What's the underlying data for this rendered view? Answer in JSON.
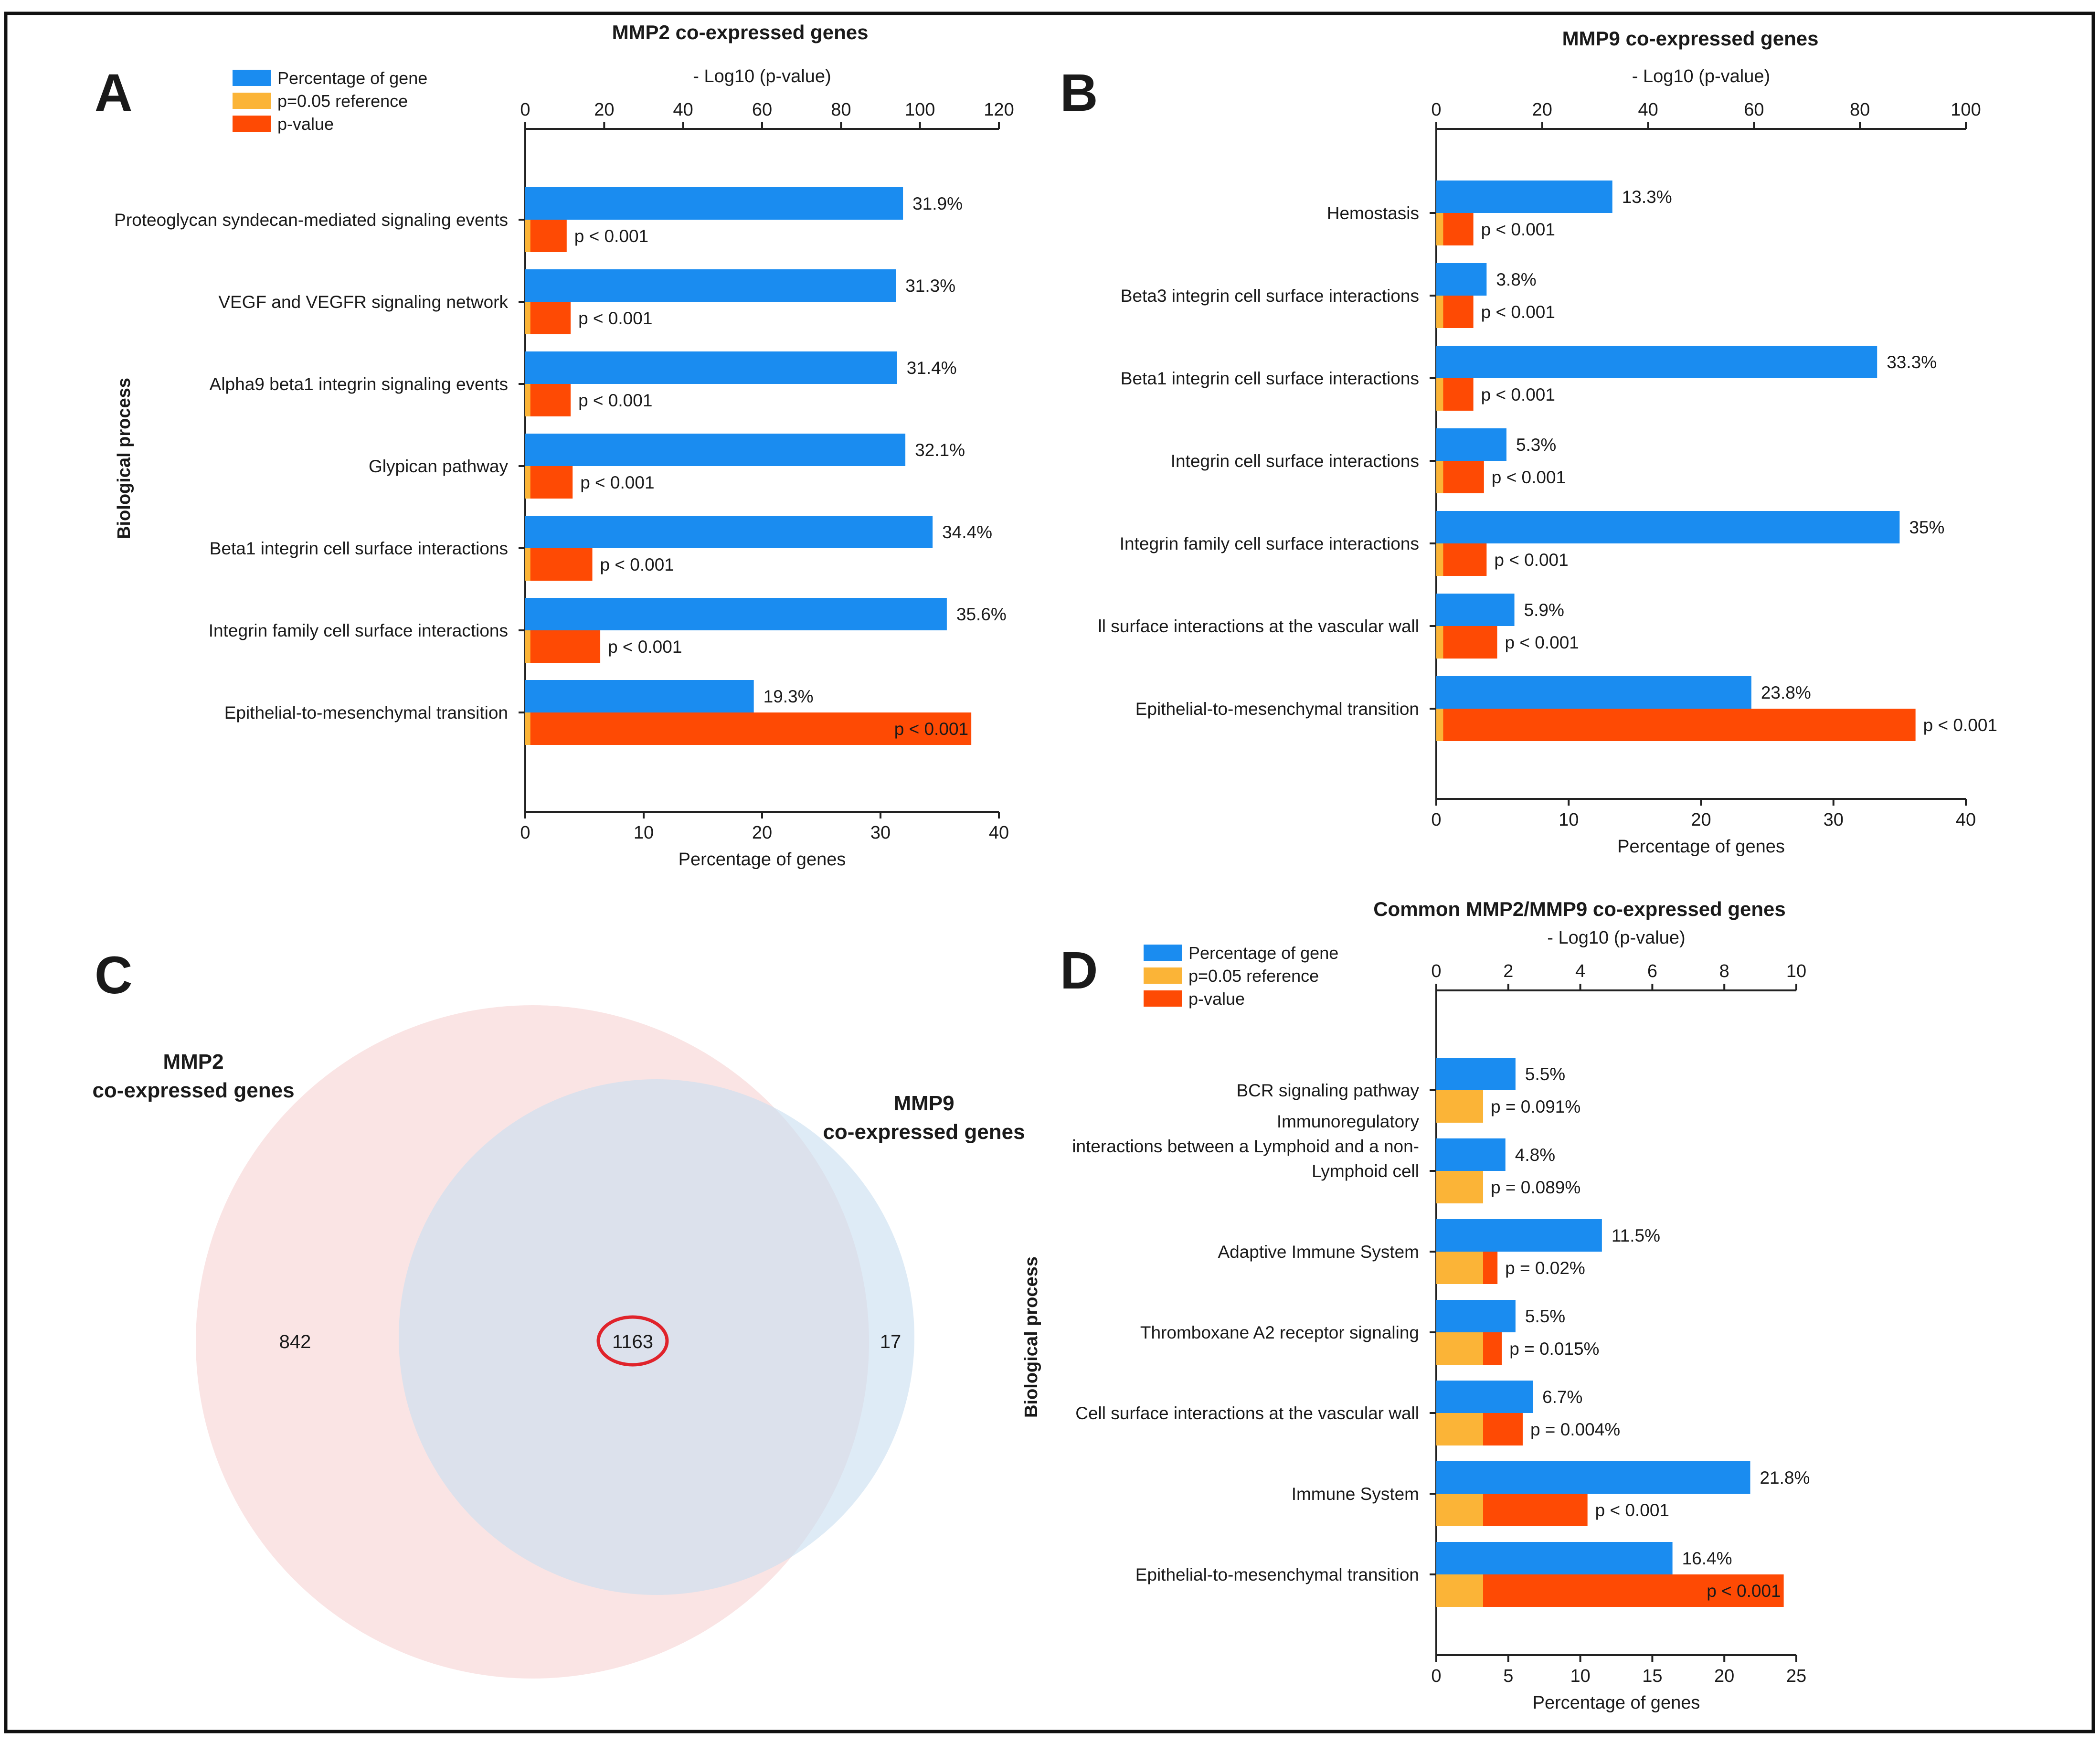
{
  "colors": {
    "percentage": "#1a8cf0",
    "reference": "#fbb437",
    "pvalue": "#fe4a04",
    "venn_left": "#f7d4d4",
    "venn_right": "#c9dff1",
    "highlight": "#e0232b"
  },
  "panels": {
    "A": {
      "letter": "A",
      "title": "MMP2 co-expressed genes",
      "top_axis_label": "- Log10 (p-value)",
      "bottom_axis_label": "Percentage of genes",
      "y_axis_label": "Biological process"
    },
    "B": {
      "letter": "B",
      "title": "MMP9 co-expressed genes",
      "top_axis_label": "- Log10 (p-value)",
      "bottom_axis_label": "Percentage of genes",
      "y_axis_label": ""
    },
    "C": {
      "letter": "C",
      "left_label": [
        "MMP2",
        "co-expressed genes"
      ],
      "right_label": [
        "MMP9",
        "co-expressed genes"
      ],
      "left_only": "842",
      "overlap": "1163",
      "right_only": "17"
    },
    "D": {
      "letter": "D",
      "title": "Common MMP2/MMP9 co-expressed genes",
      "top_axis_label": "- Log10 (p-value)",
      "bottom_axis_label": "Percentage of genes",
      "y_axis_label": "Biological process"
    }
  },
  "legend": [
    "Percentage of gene",
    "p=0.05 reference",
    "p-value"
  ],
  "chart_data": [
    {
      "panel": "A",
      "type": "bar",
      "orientation": "horizontal",
      "categories": [
        "Proteoglycan syndecan-mediated signaling events",
        "VEGF and VEGFR signaling network",
        "Alpha9 beta1 integrin signaling events",
        "Glypican pathway",
        "Beta1 integrin cell surface interactions",
        "Integrin family cell surface interactions",
        "Epithelial-to-mesenchymal transition"
      ],
      "series": [
        {
          "name": "Percentage of gene",
          "axis": "bottom",
          "values": [
            31.9,
            31.3,
            31.4,
            32.1,
            34.4,
            35.6,
            19.3
          ],
          "labels": [
            "31.9%",
            "31.3%",
            "31.4%",
            "32.1%",
            "34.4%",
            "35.6%",
            "19.3%"
          ]
        },
        {
          "name": "p=0.05 reference",
          "axis": "top",
          "values": [
            1.3,
            1.3,
            1.3,
            1.3,
            1.3,
            1.3,
            1.3
          ]
        },
        {
          "name": "p-value",
          "axis": "top",
          "values": [
            10.5,
            11.5,
            11.5,
            12,
            17,
            19,
            113
          ],
          "labels": [
            "p < 0.001",
            "p < 0.001",
            "p < 0.001",
            "p < 0.001",
            "p < 0.001",
            "p < 0.001",
            "p < 0.001"
          ]
        }
      ],
      "xlim_bottom": [
        0,
        40
      ],
      "xticks_bottom": [
        0,
        10,
        20,
        30,
        40
      ],
      "xlim_top": [
        0,
        120
      ],
      "xticks_top": [
        0,
        20,
        40,
        60,
        80,
        100,
        120
      ],
      "legend": "top-left"
    },
    {
      "panel": "B",
      "type": "bar",
      "orientation": "horizontal",
      "categories": [
        "Hemostasis",
        "Beta3 integrin cell surface interactions",
        "Beta1 integrin cell surface interactions",
        "Integrin cell surface interactions",
        "Integrin family cell surface interactions",
        "ll surface interactions at the vascular wall",
        "Epithelial-to-mesenchymal transition"
      ],
      "series": [
        {
          "name": "Percentage of gene",
          "axis": "bottom",
          "values": [
            13.3,
            3.8,
            33.3,
            5.3,
            35,
            5.9,
            23.8
          ],
          "labels": [
            "13.3%",
            "3.8%",
            "33.3%",
            "5.3%",
            "35%",
            "5.9%",
            "23.8%"
          ]
        },
        {
          "name": "p=0.05 reference",
          "axis": "top",
          "values": [
            1.3,
            1.3,
            1.3,
            1.3,
            1.3,
            1.3,
            1.3
          ]
        },
        {
          "name": "p-value",
          "axis": "top",
          "values": [
            7,
            7,
            7,
            9,
            9.5,
            11.5,
            90.5
          ],
          "labels": [
            "p < 0.001",
            "p < 0.001",
            "p < 0.001",
            "p < 0.001",
            "p < 0.001",
            "p < 0.001",
            "p < 0.001"
          ]
        }
      ],
      "xlim_bottom": [
        0,
        40
      ],
      "xticks_bottom": [
        0,
        10,
        20,
        30,
        40
      ],
      "xlim_top": [
        0,
        100
      ],
      "xticks_top": [
        0,
        20,
        40,
        60,
        80,
        100
      ]
    },
    {
      "panel": "D",
      "type": "bar",
      "orientation": "horizontal",
      "categories": [
        "BCR signaling pathway",
        "Immunoregulatory interactions between a Lymphoid and a non-Lymphoid cell",
        "Adaptive Immune System",
        "Thromboxane A2 receptor signaling",
        "Cell surface interactions at the vascular wall",
        "Immune System",
        "Epithelial-to-mesenchymal transition"
      ],
      "category_lines": [
        [
          "BCR signaling pathway"
        ],
        [
          "Immunoregulatory",
          "interactions between a Lymphoid and a non-",
          "Lymphoid cell"
        ],
        [
          "Adaptive Immune System"
        ],
        [
          "Thromboxane A2 receptor signaling"
        ],
        [
          "Cell surface interactions at the vascular wall"
        ],
        [
          "Immune System"
        ],
        [
          "Epithelial-to-mesenchymal transition"
        ]
      ],
      "series": [
        {
          "name": "Percentage of gene",
          "axis": "bottom",
          "values": [
            5.5,
            4.8,
            11.5,
            5.5,
            6.7,
            21.8,
            16.4
          ],
          "labels": [
            "5.5%",
            "4.8%",
            "11.5%",
            "5.5%",
            "6.7%",
            "21.8%",
            "16.4%"
          ]
        },
        {
          "name": "p=0.05 reference",
          "axis": "top",
          "values": [
            1.3,
            1.3,
            1.3,
            1.3,
            1.3,
            1.3,
            1.3
          ]
        },
        {
          "name": "p-value",
          "axis": "top",
          "values": [
            1.04,
            1.05,
            1.7,
            1.82,
            2.4,
            4.2,
            9.65
          ],
          "labels": [
            "p = 0.091%",
            "p = 0.089%",
            "p = 0.02%",
            "p = 0.015%",
            "p = 0.004%",
            "p < 0.001",
            "p < 0.001"
          ]
        }
      ],
      "xlim_bottom": [
        0,
        25
      ],
      "xticks_bottom": [
        0,
        5,
        10,
        15,
        20,
        25
      ],
      "xlim_top": [
        0,
        10
      ],
      "xticks_top": [
        0,
        2,
        4,
        6,
        8,
        10
      ],
      "legend": "top-left"
    }
  ]
}
